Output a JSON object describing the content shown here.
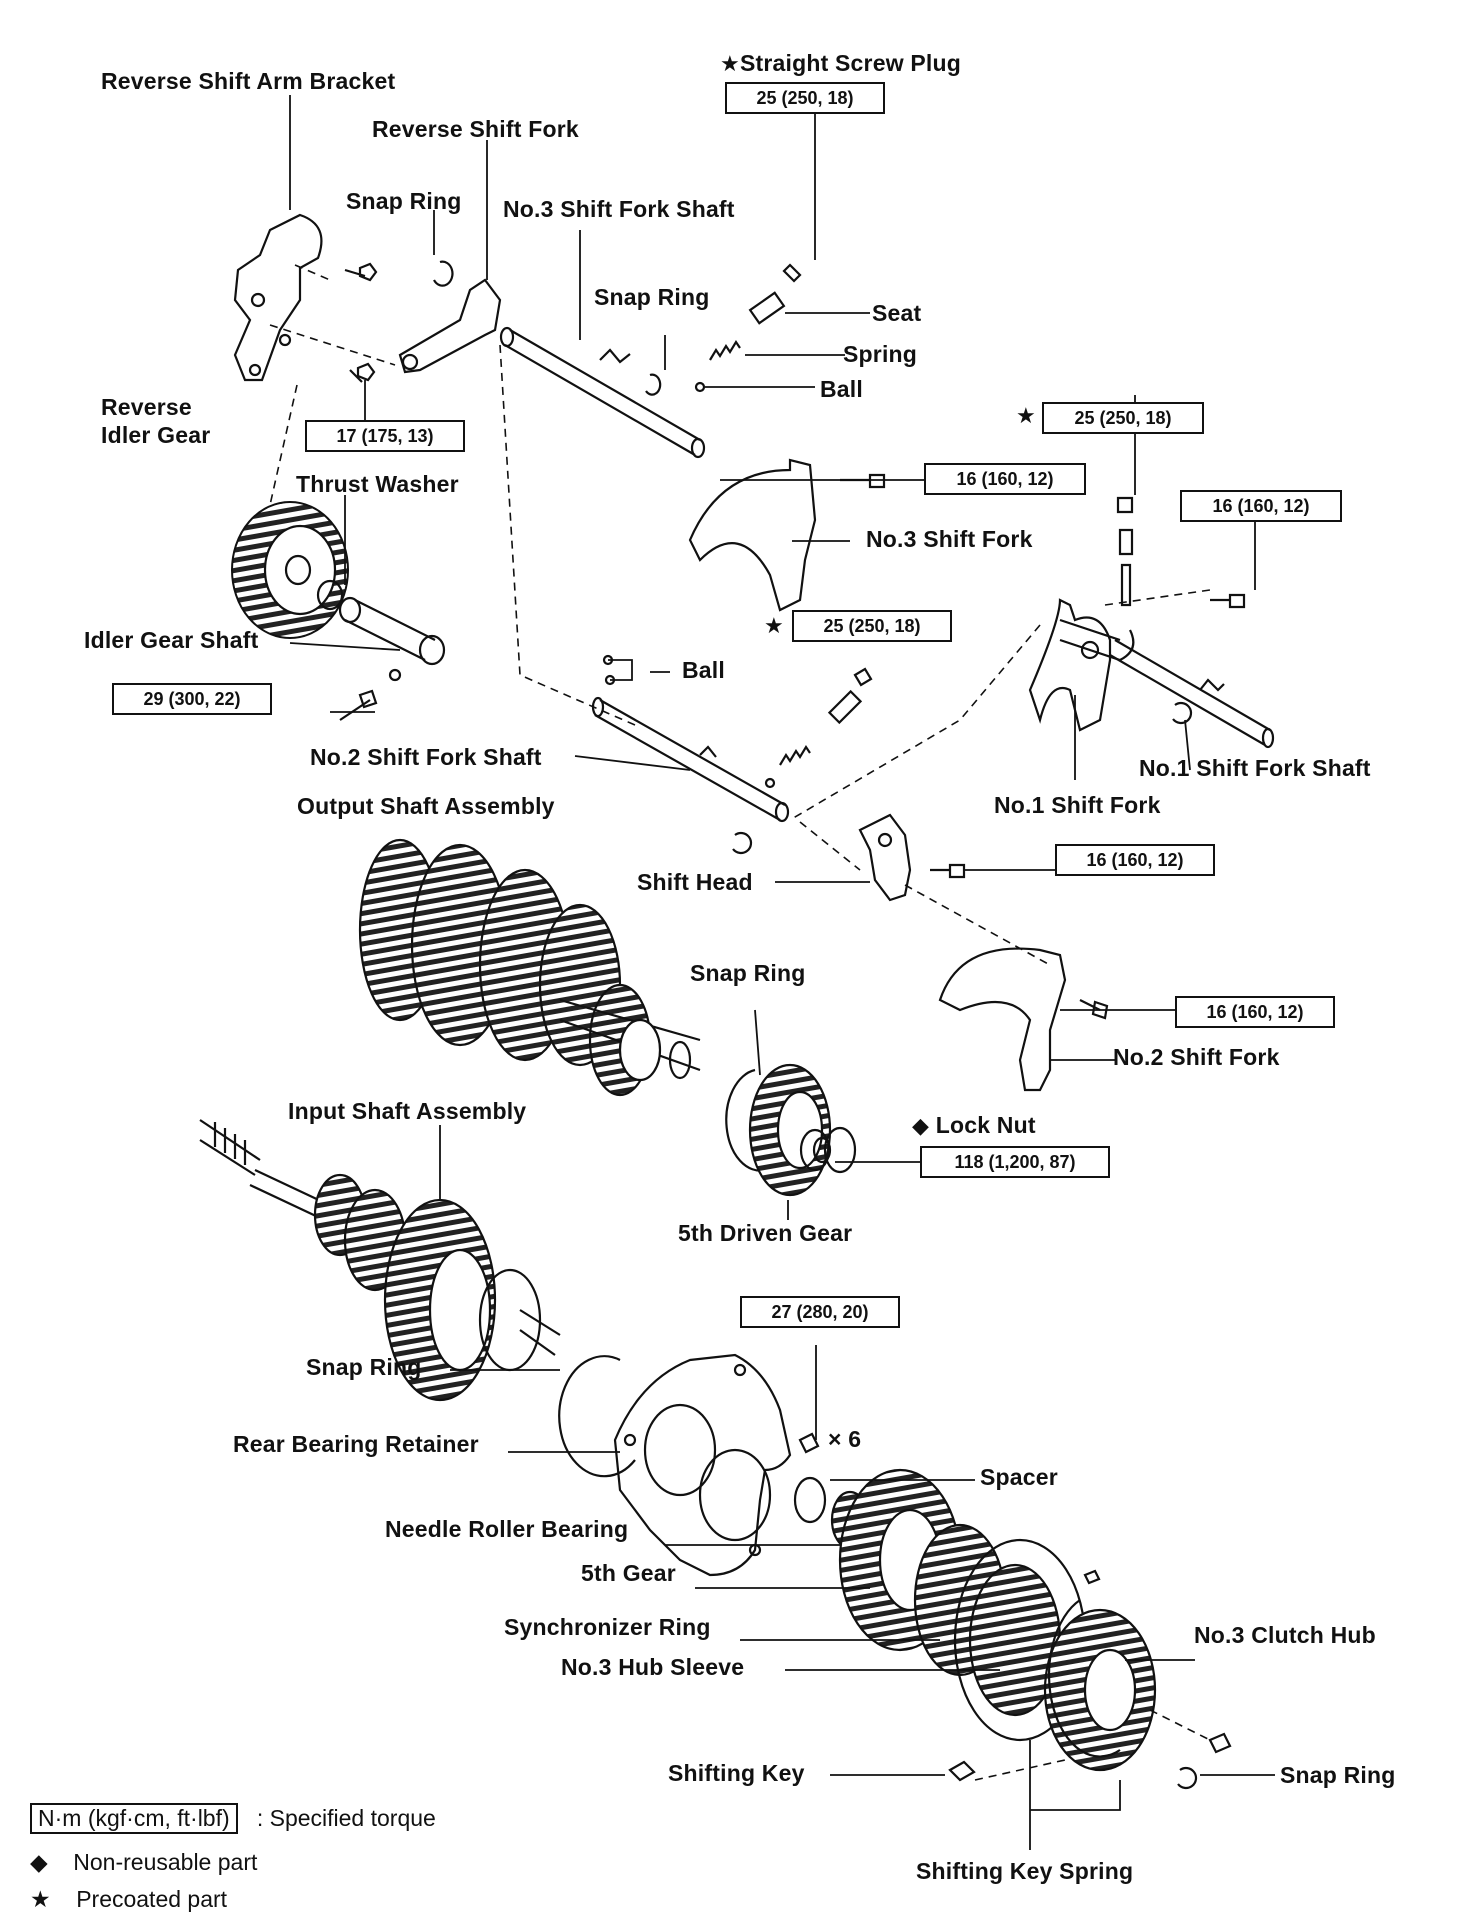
{
  "labels": {
    "reverse_shift_arm_bracket": "Reverse Shift Arm Bracket",
    "reverse_shift_fork": "Reverse Shift Fork",
    "snap_ring_1": "Snap Ring",
    "no3_shift_fork_shaft": "No.3 Shift Fork Shaft",
    "snap_ring_2": "Snap Ring",
    "straight_screw_plug": "Straight Screw Plug",
    "seat": "Seat",
    "spring": "Spring",
    "ball_1": "Ball",
    "reverse_idler_gear_line1": "Reverse",
    "reverse_idler_gear_line2": "Idler Gear",
    "thrust_washer": "Thrust Washer",
    "no3_shift_fork": "No.3 Shift Fork",
    "idler_gear_shaft": "Idler Gear Shaft",
    "ball_2": "Ball",
    "no2_shift_fork_shaft": "No.2 Shift Fork Shaft",
    "no1_shift_fork_shaft": "No.1 Shift Fork Shaft",
    "no1_shift_fork": "No.1 Shift Fork",
    "output_shaft_assembly": "Output Shaft Assembly",
    "shift_head": "Shift Head",
    "snap_ring_3": "Snap Ring",
    "no2_shift_fork": "No.2 Shift Fork",
    "input_shaft_assembly": "Input Shaft Assembly",
    "lock_nut": "Lock Nut",
    "fifth_driven_gear": "5th Driven Gear",
    "snap_ring_4": "Snap Ring",
    "rear_bearing_retainer": "Rear Bearing Retainer",
    "times_6": "× 6",
    "spacer": "Spacer",
    "needle_roller_bearing": "Needle Roller Bearing",
    "fifth_gear": "5th Gear",
    "synchronizer_ring": "Synchronizer Ring",
    "no3_clutch_hub": "No.3 Clutch Hub",
    "no3_hub_sleeve": "No.3 Hub Sleeve",
    "shifting_key": "Shifting Key",
    "snap_ring_5": "Snap Ring",
    "shifting_key_spring": "Shifting Key Spring"
  },
  "torques": {
    "straight_screw_plug": "25 (250, 18)",
    "reverse_bracket_bolt": "17 (175, 13)",
    "no3_fork_bolt": "16 (160, 12)",
    "plug_right": "25 (250, 18)",
    "no1_fork_bolt": "16 (160, 12)",
    "plug_middle": "25 (250, 18)",
    "idler_shaft_bolt": "29 (300, 22)",
    "shift_head_bolt": "16 (160, 12)",
    "no2_fork_bolt": "16 (160, 12)",
    "lock_nut": "118 (1,200, 87)",
    "retainer_bolts": "27 (280, 20)"
  },
  "legend": {
    "torque_unit": "N·m (kgf·cm, ft·lbf)",
    "torque_desc": ": Specified torque",
    "non_reusable": "Non-reusable part",
    "precoated": "Precoated part",
    "diamond_symbol": "◆",
    "star_symbol": "★"
  }
}
